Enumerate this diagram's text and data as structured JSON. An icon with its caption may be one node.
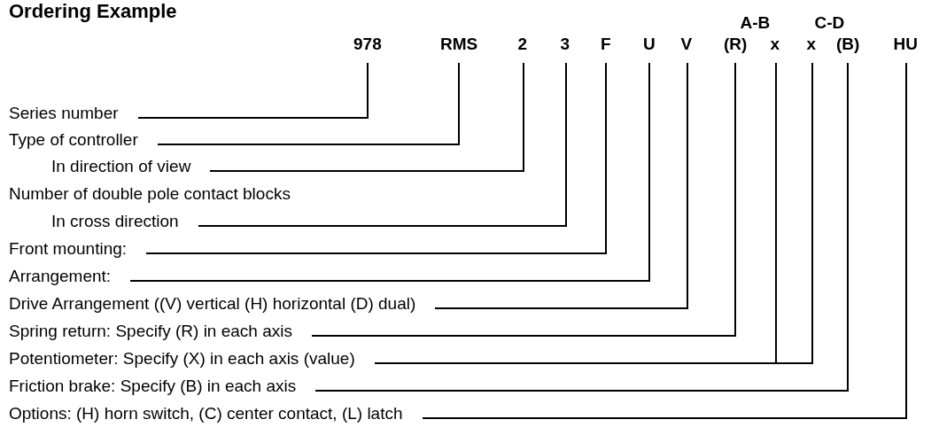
{
  "diagram": {
    "title": "Ordering Example",
    "nodes": [
      {
        "text": [
          "978"
        ]
      },
      {
        "text": [
          "RMS"
        ]
      },
      {
        "text": [
          "2"
        ]
      },
      {
        "text": [
          "3"
        ]
      },
      {
        "text": [
          "F"
        ]
      },
      {
        "text": [
          "U"
        ]
      },
      {
        "text": [
          "V"
        ]
      },
      {
        "text": [
          "(R)"
        ]
      },
      {
        "text": [
          "x"
        ]
      },
      {
        "text": [
          "x"
        ]
      },
      {
        "text": [
          "(B)"
        ]
      },
      {
        "text": [
          "HU"
        ]
      },
      {
        "text": [
          "Series number"
        ]
      },
      {
        "text": [
          "Type of controller"
        ]
      },
      {
        "text": [
          "In direction of view"
        ]
      },
      {
        "text": [
          "In cross direction"
        ]
      },
      {
        "text": [
          "Front mounting:"
        ]
      },
      {
        "text": [
          "Arrangement:"
        ]
      },
      {
        "text": [
          "Drive Arrangement ((V) vertical (H) horizontal (D) dual)"
        ]
      },
      {
        "text": [
          "Spring return: Specify (R) in each axis"
        ]
      },
      {
        "text": [
          "Potentiometer: Specify (X) in each axis (value)"
        ]
      },
      {
        "text": [
          "Friction brake: Specify (B) in each axis"
        ]
      },
      {
        "text": [
          "Options:  (H) horn switch, (C) center contact, (L) latch"
        ]
      }
    ],
    "edges": [
      {
        "from": 12,
        "to": 0,
        "arrow": "none"
      },
      {
        "from": 13,
        "to": 1,
        "arrow": "none"
      },
      {
        "from": 14,
        "to": 2,
        "arrow": "none"
      },
      {
        "from": 15,
        "to": 3,
        "arrow": "none"
      },
      {
        "from": 16,
        "to": 4,
        "arrow": "none"
      },
      {
        "from": 17,
        "to": 5,
        "arrow": "none"
      },
      {
        "from": 18,
        "to": 6,
        "arrow": "none"
      },
      {
        "from": 19,
        "to": 7,
        "arrow": "none"
      },
      {
        "from": 20,
        "to": 8,
        "arrow": "none"
      },
      {
        "from": 20,
        "to": 9,
        "arrow": "none"
      },
      {
        "from": 21,
        "to": 10,
        "arrow": "none"
      },
      {
        "from": 22,
        "to": 11,
        "arrow": "none"
      }
    ],
    "labels": [
      "A-B",
      "C-D",
      "Number of double pole contact blocks"
    ]
  }
}
